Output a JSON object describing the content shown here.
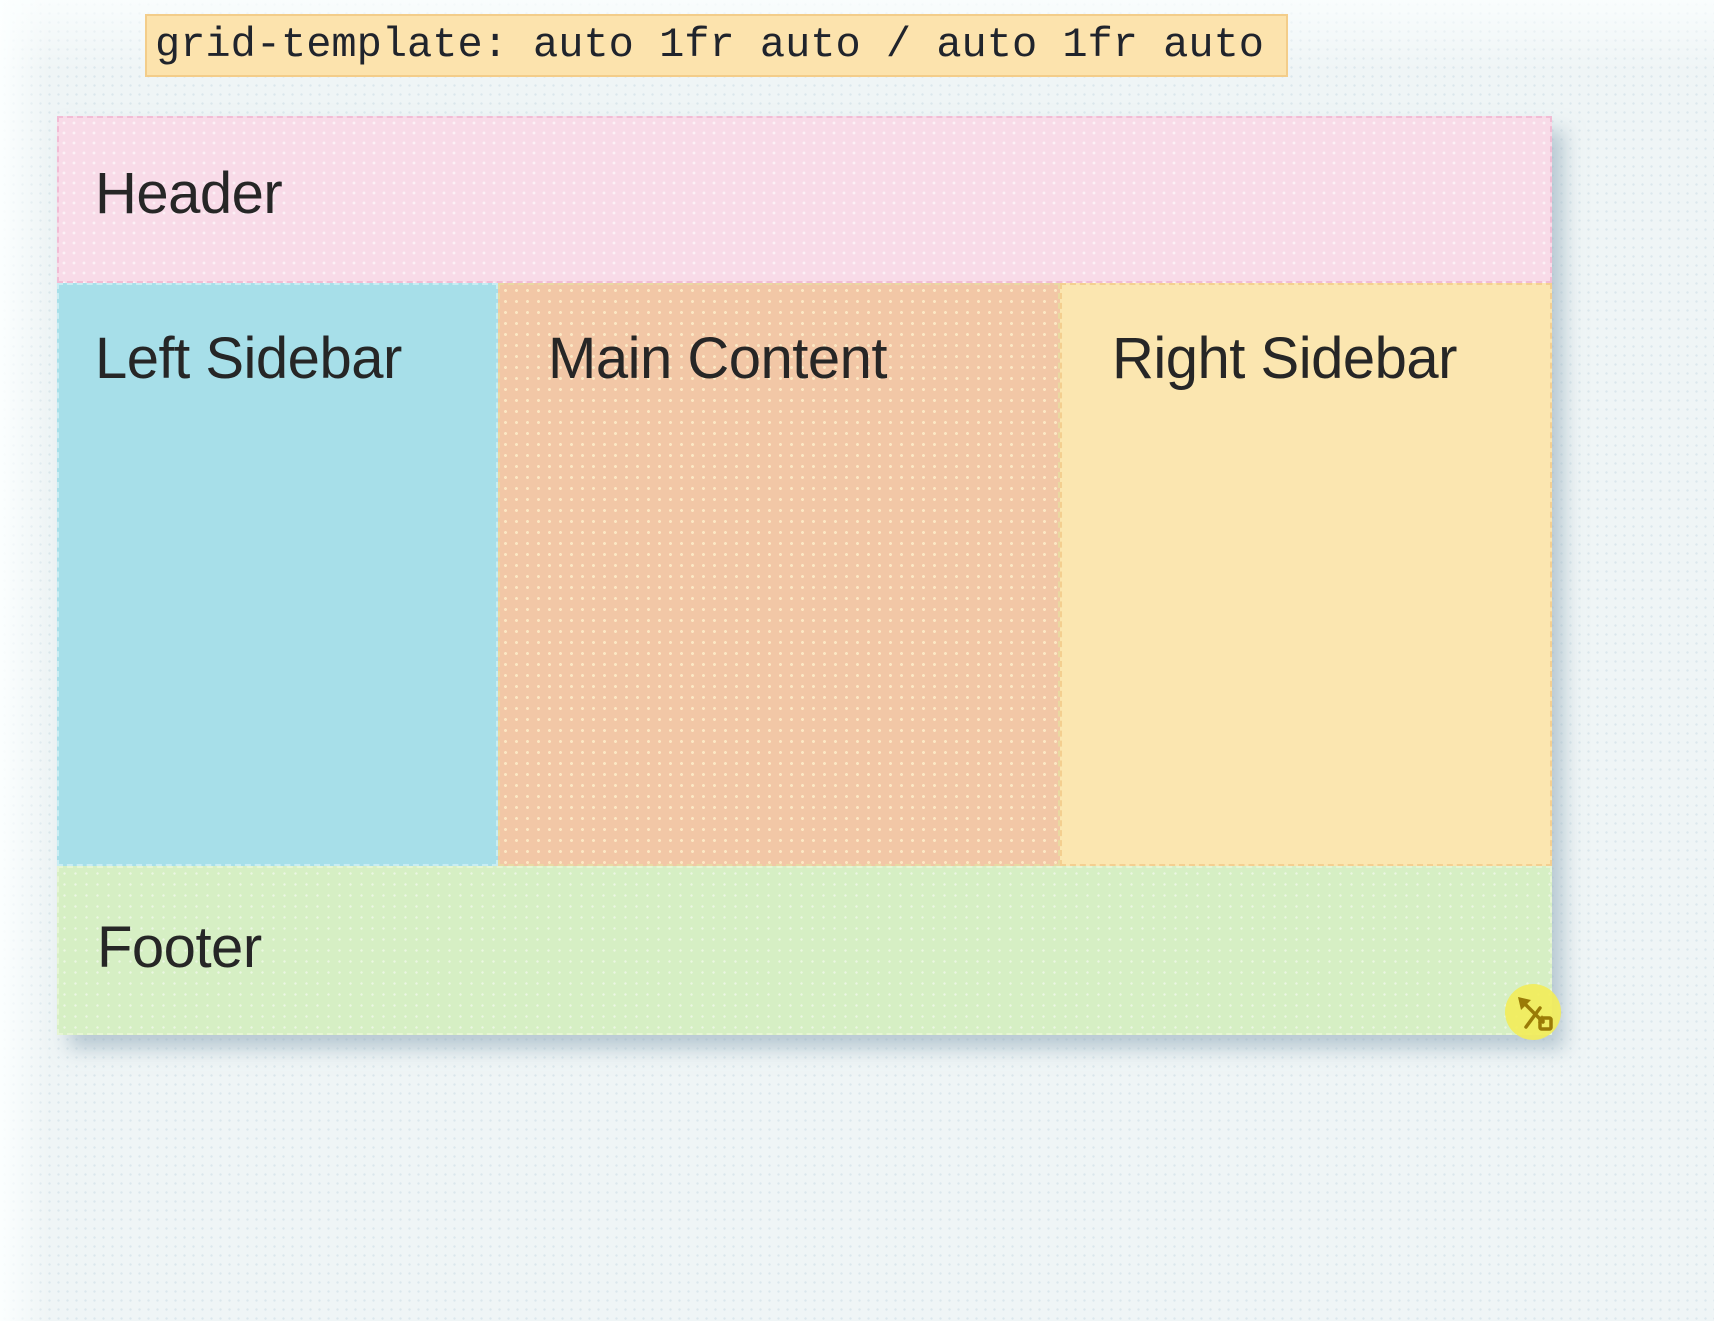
{
  "caption": {
    "code": "grid-template: auto 1fr auto / auto 1fr auto"
  },
  "grid": {
    "header": {
      "label": "Header",
      "bg": "#f8dbe8"
    },
    "left_sidebar": {
      "label": "Left Sidebar",
      "bg": "#a7dfe9"
    },
    "main_content": {
      "label": "Main Content",
      "bg": "#f2c7a6"
    },
    "right_sidebar": {
      "label": "Right Sidebar",
      "bg": "#fbe6b0"
    },
    "footer": {
      "label": "Footer",
      "bg": "#d6efc4"
    }
  },
  "icons": {
    "resize_handle": "diagonal-resize-arrow"
  },
  "colors": {
    "page_bg": "#eff5f6",
    "caption_bg": "#fce3ad",
    "caption_border": "#f3cd8a",
    "caption_text": "#20242c",
    "label_text": "#262626",
    "handle_circle": "#f2ed5a",
    "handle_glyph": "#9a7b07"
  }
}
